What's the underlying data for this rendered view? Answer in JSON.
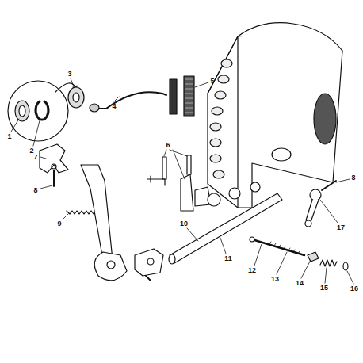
{
  "diagram": {
    "labels": [
      "1",
      "2",
      "3",
      "4",
      "5",
      "6",
      "7",
      "8",
      "9",
      "8",
      "10",
      "11",
      "12",
      "13",
      "14",
      "15",
      "16",
      "17"
    ]
  }
}
